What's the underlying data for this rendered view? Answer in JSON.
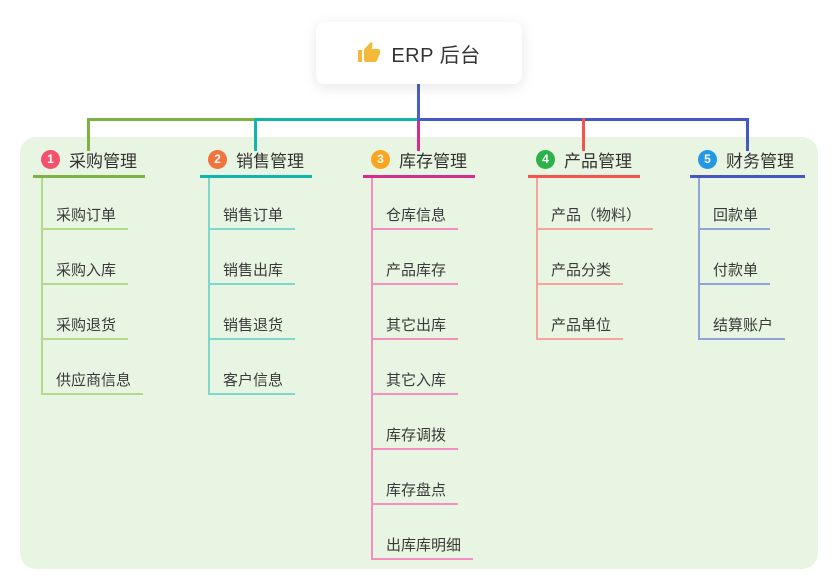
{
  "root": {
    "icon": "thumbs-up-icon",
    "title": "ERP 后台"
  },
  "canvas": {
    "panel_bg": "#E8F5E2",
    "root_link_color": "#4A5FC9",
    "text_color": "#333333"
  },
  "branches": [
    {
      "num": "1",
      "label": "采购管理",
      "badge_color": "#F4516C",
      "line_color": "#7CB342",
      "child_line_color": "#B3D98A",
      "children": [
        "采购订单",
        "采购入库",
        "采购退货",
        "供应商信息"
      ]
    },
    {
      "num": "2",
      "label": "销售管理",
      "badge_color": "#F0743C",
      "line_color": "#12B5AB",
      "child_line_color": "#7FD6CB",
      "children": [
        "销售订单",
        "销售出库",
        "销售退货",
        "客户信息"
      ]
    },
    {
      "num": "3",
      "label": "库存管理",
      "badge_color": "#F9A51F",
      "line_color": "#D62C8E",
      "child_line_color": "#F48FC0",
      "children": [
        "仓库信息",
        "产品库存",
        "其它出库",
        "其它入库",
        "库存调拨",
        "库存盘点",
        "出库库明细"
      ]
    },
    {
      "num": "4",
      "label": "产品管理",
      "badge_color": "#2DB14C",
      "line_color": "#F4534E",
      "child_line_color": "#F8A39D",
      "children": [
        "产品（物料）",
        "产品分类",
        "产品单位"
      ]
    },
    {
      "num": "5",
      "label": "财务管理",
      "badge_color": "#2499E3",
      "line_color": "#4358C5",
      "child_line_color": "#93A2DD",
      "children": [
        "回款单",
        "付款单",
        "结算账户"
      ]
    }
  ]
}
